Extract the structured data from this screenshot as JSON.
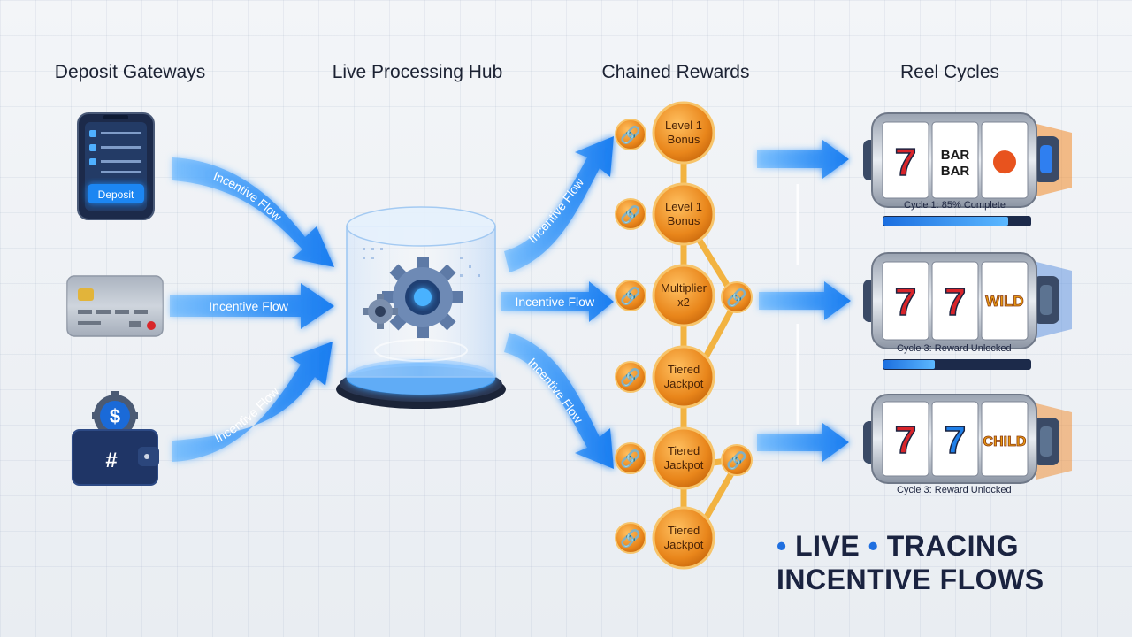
{
  "columns": {
    "deposit": "Deposit Gateways",
    "hub": "Live Processing Hub",
    "rewards": "Chained Rewards",
    "reels": "Reel Cycles"
  },
  "gateways": {
    "phone_button": "Deposit"
  },
  "flows": {
    "in_top": "Incentive Flow",
    "in_mid": "Incentive Flow",
    "in_bot": "Incentive Flow",
    "out_top": "Incentive Flow",
    "out_mid": "Incentive Flow",
    "out_bot": "Incentive Flow"
  },
  "rewards": {
    "n1_line1": "Level 1",
    "n1_line2": "Bonus",
    "n2_line1": "Level 1",
    "n2_line2": "Bonus",
    "n3_line1": "Multiplier",
    "n3_line2": "x2",
    "n4_line1": "Tiered",
    "n4_line2": "Jackpot",
    "n5_line1": "Tiered",
    "n5_line2": "Jackpot",
    "n6_line1": "Tiered",
    "n6_line2": "Jackpot"
  },
  "reels": [
    {
      "symbols": [
        "7",
        "BAR",
        "●"
      ],
      "symbol_bottom": "BAR",
      "status": "Cycle 1: 85% Complete",
      "progress": 0.85
    },
    {
      "symbols": [
        "7",
        "7",
        "WILD"
      ],
      "status": "Cycle 3: Reward Unlocked",
      "progress": 0.35
    },
    {
      "symbols": [
        "7",
        "7",
        "CHILD"
      ],
      "status": "Cycle 3: Reward Unlocked"
    }
  ],
  "headline": {
    "line1_a": "LIVE",
    "line1_b": "TRACING",
    "line2": "INCENTIVE FLOWS"
  },
  "colors": {
    "flow_blue": "#2e8ff0",
    "node_orange": "#ea8a1c",
    "chain_gold": "#f2b341",
    "accent": "#1f6fe0"
  }
}
